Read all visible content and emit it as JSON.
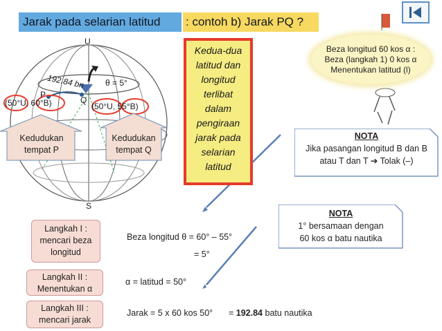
{
  "header": {
    "title": "Jarak pada selarian latitud",
    "subtitle": ": contoh b)  Jarak PQ ?"
  },
  "globe": {
    "north_label": "U",
    "south_label": "S",
    "point_p_label": "P",
    "point_q_label": "Q",
    "arc_label": "192.84 bn",
    "theta_label": "θ  = 5°",
    "coord_p": "(50°U, 60°B)",
    "coord_q": "(50°U, 55°B)",
    "callout_p": "Kedudukan tempat P",
    "callout_q": "Kedudukan tempat Q"
  },
  "center_box": {
    "lines": [
      "Kedua-dua",
      "latitud dan",
      "longitud",
      "terlibat",
      "dalam",
      "pengiraan",
      "jarak pada",
      "selarian",
      "latitud"
    ]
  },
  "speech_bubble": {
    "line1": "Beza longitud 60 kos α :",
    "line2": "Beza (langkah 1) 0 kos α",
    "line3": "Menentukan latitud  (l)"
  },
  "note1": {
    "heading": "NOTA",
    "line1": "Jika pasangan longitud B dan B",
    "line2": "atau T dan T  ➔  Tolak (–)"
  },
  "note2": {
    "heading": "NOTA",
    "line1": "1° bersamaan dengan",
    "line2": "60 kos α  batu nautika"
  },
  "steps": [
    {
      "label_line1": "Langkah  I :",
      "label_line2": "mencari beza",
      "label_line3": "longitud",
      "eq1": "Beza longitud  θ = 60° – 55°",
      "eq2": "= 5°"
    },
    {
      "label_line1": "Langkah  II :",
      "label_line2": "Menentukan α",
      "eq1": "α  = latitud = 50°"
    },
    {
      "label_line1": "Langkah  III :",
      "label_line2": "mencari jarak",
      "eq1": "Jarak = 5 x 60 kos 50°",
      "eq2_prefix": "= ",
      "eq2_bold": "192.84",
      "eq2_suffix": " batu nautika"
    }
  ],
  "colors": {
    "title_bg": "#62a9e0",
    "subtitle_bg": "#f7d860",
    "box_border": "#e53b2a",
    "box_fill": "#f5ec82",
    "arrow": "#5a7fb5"
  }
}
